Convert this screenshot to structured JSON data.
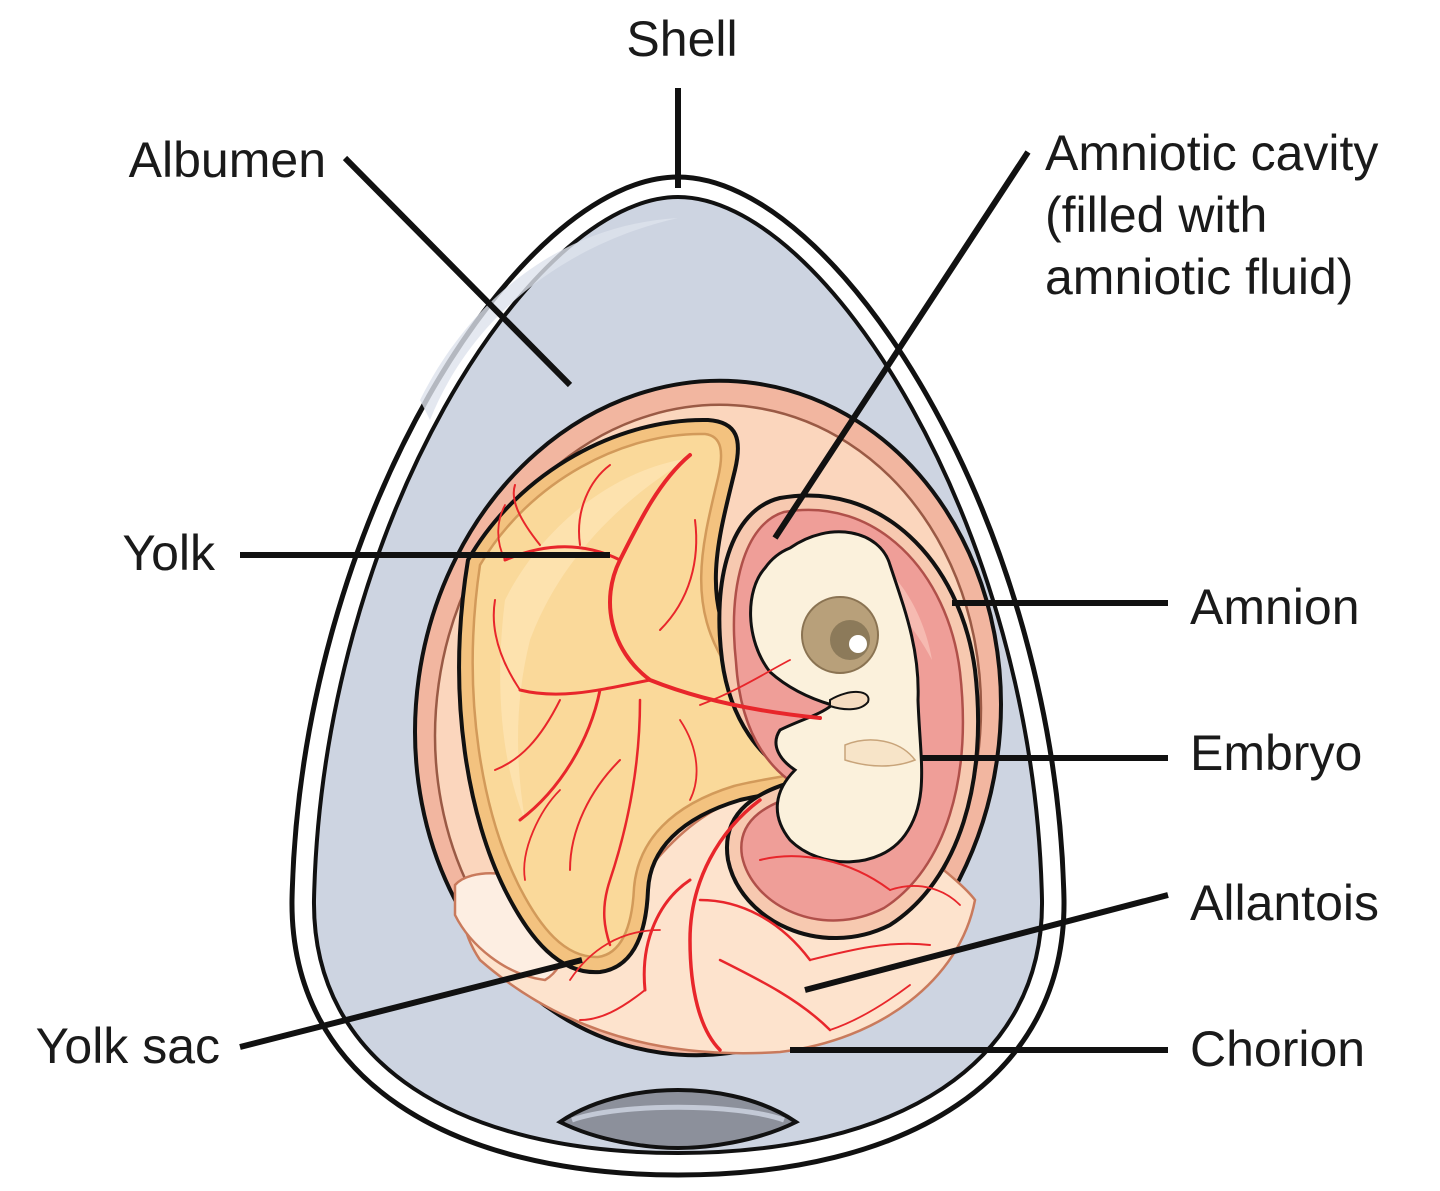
{
  "labels": {
    "shell": "Shell",
    "albumen": "Albumen",
    "amniotic_cavity": [
      "Amniotic cavity",
      "(filled with",
      "amniotic fluid)"
    ],
    "yolk": "Yolk",
    "amnion": "Amnion",
    "embryo": "Embryo",
    "allantois": "Allantois",
    "yolk_sac": "Yolk sac",
    "chorion": "Chorion"
  },
  "colors": {
    "shell_outline": "#111111",
    "albumen": "#cdd4e1",
    "chorion": "#f2b6a0",
    "yolk": "#fad99a",
    "amniotic_fluid": "#ef9e98",
    "embryo": "#fbf1dc",
    "allantois": "#fde3cd",
    "blood_vessel": "#e8262b",
    "air_cell": "#6f7480"
  }
}
